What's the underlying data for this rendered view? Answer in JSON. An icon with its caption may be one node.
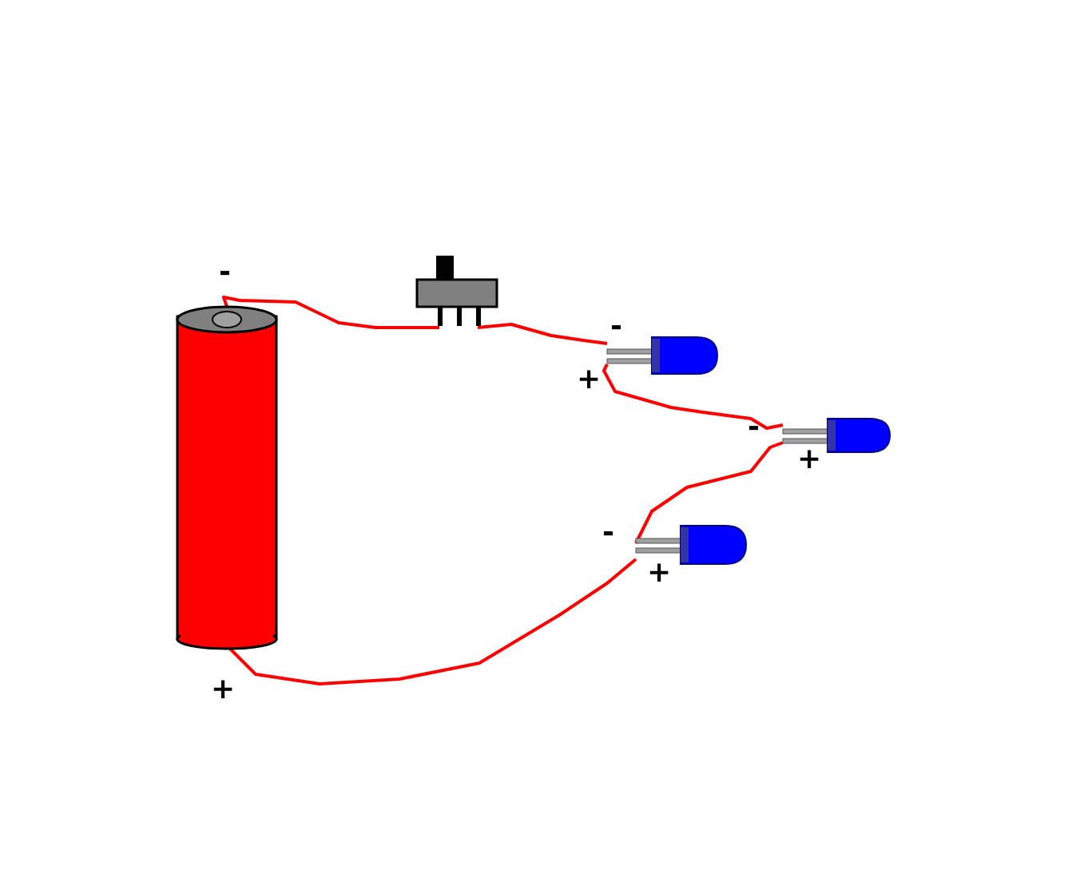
{
  "diagram": {
    "nodes": [
      {
        "text": [],
        "shape": "cylinder"
      },
      {
        "text": [],
        "shape": "picture"
      },
      {
        "text": [],
        "shape": "picture"
      },
      {
        "text": [],
        "shape": "picture"
      },
      {
        "text": [],
        "shape": "picture"
      }
    ],
    "edges": [
      {
        "from": 0,
        "to": 1,
        "arrow": "none"
      },
      {
        "from": 1,
        "to": 2,
        "arrow": "none"
      },
      {
        "from": 2,
        "to": 3,
        "arrow": "none"
      },
      {
        "from": 3,
        "to": 4,
        "arrow": "none"
      },
      {
        "from": 4,
        "to": 0,
        "arrow": "none"
      }
    ],
    "labels": [
      "-",
      "-",
      "+",
      "-",
      "+",
      "-",
      "+",
      "+"
    ]
  }
}
